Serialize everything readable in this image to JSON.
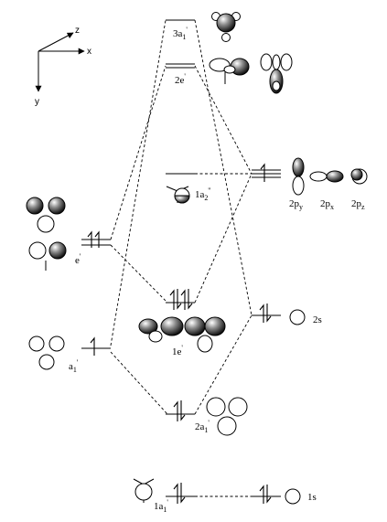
{
  "axes": {
    "z": "z",
    "x": "x",
    "y": "y"
  },
  "mo_labels": {
    "a3": {
      "main": "3a",
      "sub": "1",
      "sup": "'"
    },
    "e2": {
      "main": "2e",
      "sup": "'"
    },
    "a2pp": {
      "main": "1a",
      "sub": "2",
      "sup": "''"
    },
    "e1": {
      "main": "1e",
      "sup": "'"
    },
    "a2": {
      "main": "2a",
      "sub": "1",
      "sup": "'"
    },
    "a1": {
      "main": "1a",
      "sub": "1",
      "sup": "'"
    }
  },
  "left_labels": {
    "e": {
      "main": "e",
      "sup": "'"
    },
    "a": {
      "main": "a",
      "sub": "1",
      "sup": "'"
    }
  },
  "right_labels": {
    "p_y": {
      "main": "2p",
      "sub": "y"
    },
    "p_x": {
      "main": "2p",
      "sub": "x"
    },
    "p_z": {
      "main": "2p",
      "sub": "z"
    },
    "s2": {
      "main": "2s"
    },
    "s1": {
      "main": "1s"
    }
  },
  "colors": {
    "line": "#000000",
    "lobe_dark": "#2a2a2a",
    "lobe_light": "#ffffff"
  }
}
